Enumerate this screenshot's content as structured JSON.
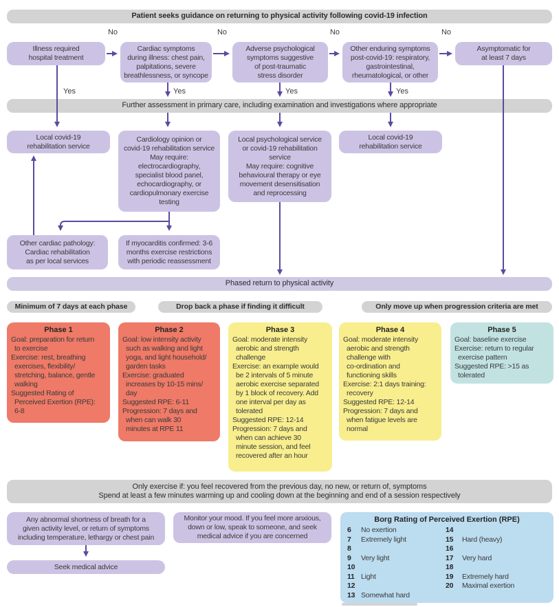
{
  "top_banner": "Patient seeks guidance on returning to physical activity following covid-19 infection",
  "decision_labels": {
    "no": "No",
    "yes": "Yes"
  },
  "decision_boxes": [
    {
      "text": "Illness required\nhospital treatment"
    },
    {
      "text": "Cardiac symptoms\nduring illness: chest pain,\npalpitations, severe\nbreathlessness, or syncope"
    },
    {
      "text": "Adverse psychological\nsymptoms suggestive\nof post-traumatic\nstress disorder"
    },
    {
      "text": "Other enduring symptoms\npost-covid-19: respiratory,\ngastrointestinal,\nrheumatological, or other"
    },
    {
      "text": "Asymptomatic for\nat least 7 days"
    }
  ],
  "assessment_banner": "Further assessment in primary care, including examination and investigations where appropriate",
  "service_boxes": [
    {
      "text": "Local covid-19\nrehabilitation service"
    },
    {
      "text": "Cardiology opinion or\ncovid-19 rehabilitation service\nMay require:\nelectrocardiography,\nspecialist blood panel,\nechocardiography, or\ncardiopulmonary exercise\ntesting"
    },
    {
      "text": "Local psychological service\nor covid-19 rehabilitation\nservice\nMay require: cognitive\nbehavioural therapy or eye\nmovement desensitisation\nand reprocessing"
    },
    {
      "text": "Local covid-19\nrehabilitation service"
    }
  ],
  "cardiac_boxes": [
    {
      "text": "Other cardiac pathology:\nCardiac rehabilitation\nas per local services"
    },
    {
      "text": "If myocarditis confirmed: 3-6\nmonths exercise restrictions\nwith periodic reassessment"
    }
  ],
  "phased_banner": "Phased return to physical activity",
  "phase_headers": [
    "Minimum of 7 days at each phase",
    "Drop back a phase if finding it difficult",
    "Only move up when progression criteria are met"
  ],
  "phases": [
    {
      "title": "Phase 1",
      "items": [
        "Goal: preparation for return\nto exercise",
        "Exercise: rest, breathing\nexercises, flexibility/\nstretching, balance, gentle\nwalking",
        "Suggested Rating of\nPerceived Exertion (RPE):\n6-8"
      ]
    },
    {
      "title": "Phase 2",
      "items": [
        "Goal: low intensity activity\nsuch as walking and light\nyoga, and light household/\ngarden tasks",
        "Exercise: graduated\nincreases by 10-15 mins/\nday",
        "Suggested RPE: 6-11",
        "Progression: 7 days and\nwhen can walk 30\nminutes at RPE 11"
      ]
    },
    {
      "title": "Phase 3",
      "items": [
        "Goal: moderate intensity\naerobic and strength\nchallenge",
        "Exercise: an example would\nbe 2 intervals of 5 minute\naerobic exercise separated\nby 1 block of recovery. Add\none interval per day as\ntolerated",
        "Suggested RPE: 12-14",
        "Progression: 7 days and\nwhen can achieve 30\nminute session, and feel\nrecovered after an hour"
      ]
    },
    {
      "title": "Phase 4",
      "items": [
        "Goal: moderate intensity\naerobic and strength\nchallenge with\nco-ordination and\nfunctioning skills",
        "Exercise: 2:1 days training:\nrecovery",
        "Suggested RPE: 12-14",
        "Progression: 7 days and\nwhen fatigue levels are\nnormal"
      ]
    },
    {
      "title": "Phase 5",
      "items": [
        "Goal: baseline exercise",
        "Exercise: return to regular\nexercise pattern",
        "Suggested RPE: >15 as\ntolerated"
      ]
    }
  ],
  "exercise_banner": {
    "line1": "Only exercise if: you feel recovered from the previous day, no new, or return of, symptoms",
    "line2": "Spend at least a few minutes warming up and cooling down at the beginning and end of a session respectively"
  },
  "warning_box": "Any abnormal shortness of breath for a\ngiven activity level, or return of symptoms\nincluding temperature, lethargy or chest pain",
  "seek_advice_box": "Seek medical advice",
  "mood_box": "Monitor your mood. If you feel more anxious,\ndown or low, speak to someone, and seek\nmedical advice if you are concerned",
  "borg": {
    "title": "Borg Rating of Perceived Exertion (RPE)",
    "left": [
      {
        "num": "6",
        "label": "No exertion"
      },
      {
        "num": "7",
        "label": "Extremely light"
      },
      {
        "num": "8",
        "label": ""
      },
      {
        "num": "9",
        "label": "Very light"
      },
      {
        "num": "10",
        "label": ""
      },
      {
        "num": "11",
        "label": "Light"
      },
      {
        "num": "12",
        "label": ""
      },
      {
        "num": "13",
        "label": "Somewhat hard"
      }
    ],
    "right": [
      {
        "num": "14",
        "label": ""
      },
      {
        "num": "15",
        "label": "Hard (heavy)"
      },
      {
        "num": "16",
        "label": ""
      },
      {
        "num": "17",
        "label": "Very hard"
      },
      {
        "num": "18",
        "label": ""
      },
      {
        "num": "19",
        "label": "Extremely hard"
      },
      {
        "num": "20",
        "label": "Maximal exertion"
      }
    ]
  },
  "colors": {
    "purple_box": "#ccc3e4",
    "gray_banner": "#d3d3d3",
    "purple_banner": "#cfc9e4",
    "phase_red": "#ee7a67",
    "phase_yellow": "#f8ee8e",
    "phase_teal": "#c2e2e2",
    "borg_blue": "#bcdcf0",
    "arrow": "#5a4b9d"
  }
}
